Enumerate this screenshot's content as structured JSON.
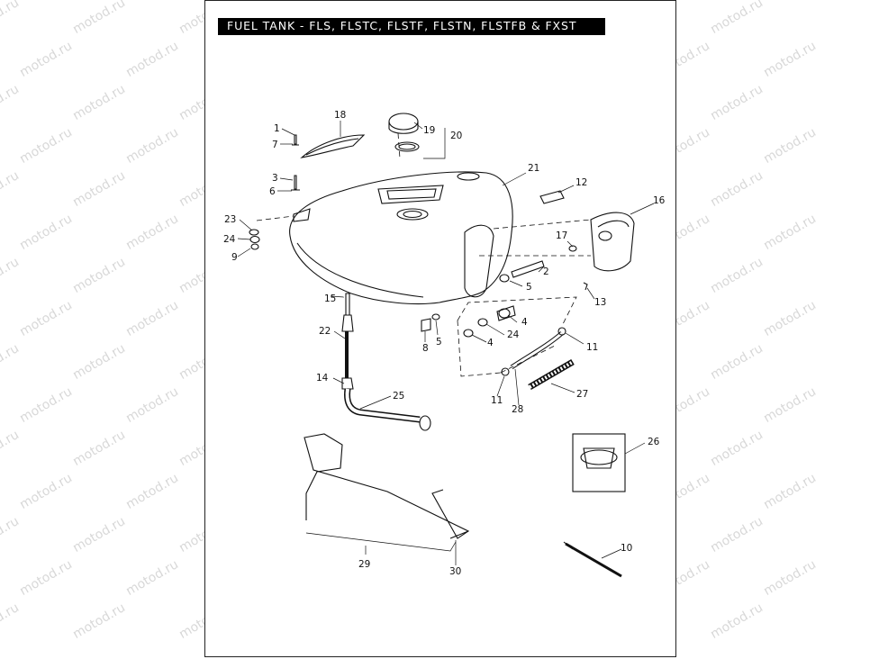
{
  "title": "FUEL TANK - FLS, FLSTC, FLSTF, FLSTN, FLSTFB & FXST",
  "watermark": "motod.ru",
  "callouts": {
    "c1": "1",
    "c2": "2",
    "c3": "3",
    "c4a": "4",
    "c4b": "4",
    "c5a": "5",
    "c5b": "5",
    "c6": "6",
    "c7": "7",
    "c8": "8",
    "c9": "9",
    "c10": "10",
    "c11a": "11",
    "c11b": "11",
    "c12": "12",
    "c13": "13",
    "c14": "14",
    "c15": "15",
    "c16": "16",
    "c17": "17",
    "c18": "18",
    "c19": "19",
    "c20": "20",
    "c21": "21",
    "c22": "22",
    "c23": "23",
    "c24a": "24",
    "c24b": "24",
    "c25": "25",
    "c26": "26",
    "c27": "27",
    "c28": "28",
    "c29": "29",
    "c30": "30"
  },
  "colors": {
    "line": "#111111",
    "background": "#ffffff",
    "title_bg": "#000000",
    "watermark": "#d8d8d8"
  }
}
